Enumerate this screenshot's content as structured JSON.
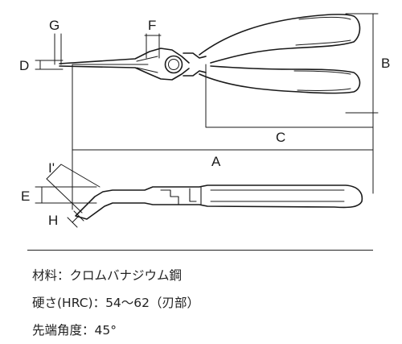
{
  "diagram": {
    "dimension_labels": {
      "A": "A",
      "B": "B",
      "C": "C",
      "D": "D",
      "E": "E",
      "F": "F",
      "G": "G",
      "H": "H",
      "I": "I'"
    }
  },
  "specs": {
    "material": "材料：クロムバナジウム鋼",
    "hardness": "硬さ(HRC)：54〜62（刃部）",
    "tip_angle": "先端角度：45°"
  }
}
